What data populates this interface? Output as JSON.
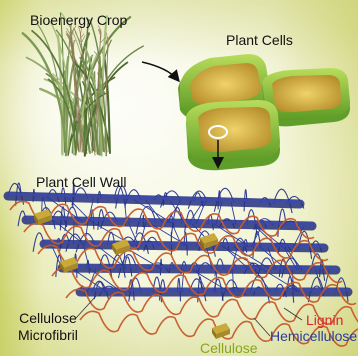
{
  "labels": {
    "bioenergy_crop": "Bioenergy Crop",
    "plant_cells": "Plant Cells",
    "plant_cell_wall": "Plant Cell Wall",
    "cellulose_microfibril_line1": "Cellulose",
    "cellulose_microfibril_line2": "Microfibril",
    "lignin": "Lignin",
    "hemicellulose": "Hemicellulose",
    "cellulose": "Cellulose"
  },
  "colors": {
    "lignin": "#d8262b",
    "hemicellulose": "#2b3a9c",
    "cellulose": "#8aa51c",
    "cell_green": "#8cc63f",
    "cell_fill": "#d9b84a",
    "mesh_blue": "#1f2a8a",
    "fibril_orange": "#c65a2a"
  }
}
